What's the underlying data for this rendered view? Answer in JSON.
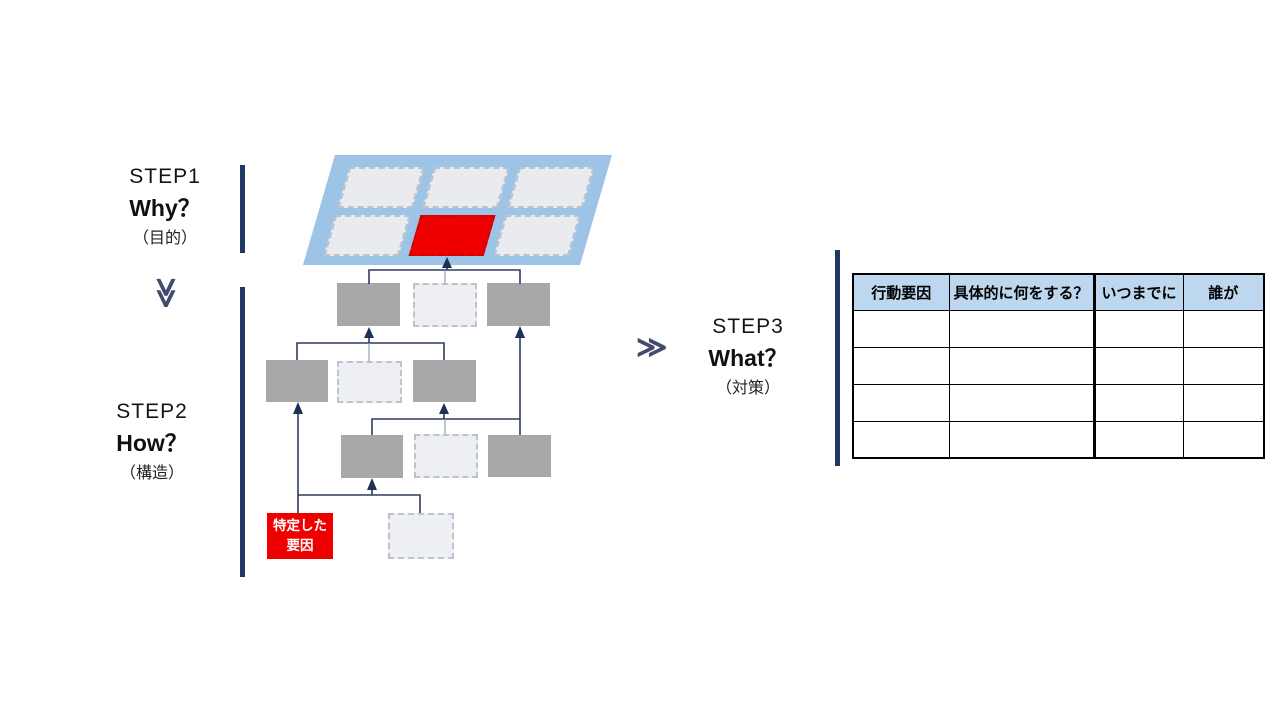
{
  "steps": {
    "step1": {
      "title": "STEP1",
      "question": "Why？",
      "subtitle": "（目的）"
    },
    "step2": {
      "title": "STEP2",
      "question": "How？",
      "subtitle": "（構造）"
    },
    "step3": {
      "title": "STEP3",
      "question": "What？",
      "subtitle": "（対策）"
    }
  },
  "chevron_glyph": "≫",
  "tree": {
    "factor_label_line1": "特定した",
    "factor_label_line2": "要因"
  },
  "table": {
    "headers": [
      "行動要因",
      "具体的に何をする？",
      "いつまでに",
      "誰が"
    ],
    "rows": [
      [
        "",
        "",
        "",
        ""
      ],
      [
        "",
        "",
        "",
        ""
      ],
      [
        "",
        "",
        "",
        ""
      ],
      [
        "",
        "",
        "",
        ""
      ]
    ]
  },
  "colors": {
    "divider_bar": "#1f3864",
    "connector_line": "#2e3b63",
    "arrowhead": "#1f3057",
    "thin_line": "#99a1b3",
    "gray_box": "#a8a8a8",
    "dashed_box_fill": "#edeff2",
    "dashed_box_border": "#bdc4cf",
    "highlight_red": "#ee0000",
    "grid_panel_blue": "#9dc3e6",
    "grid_cell_fill": "#e9ebef",
    "table_header_bg": "#bdd7ee",
    "chevron": "#434a6b"
  }
}
